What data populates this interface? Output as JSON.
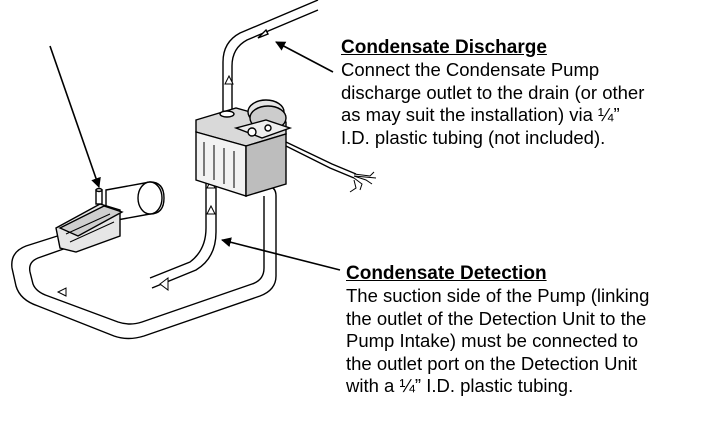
{
  "callouts": {
    "discharge": {
      "title": "Condensate Discharge",
      "lines": [
        "Connect the Condensate Pump",
        "discharge outlet to the drain (or other",
        "as may suit the installation) via ¼”",
        "I.D. plastic tubing (not included)."
      ]
    },
    "detection": {
      "title": "Condensate Detection",
      "lines": [
        "The suction side of the Pump (linking",
        "the outlet of the Detection Unit to the",
        "Pump Intake) must be connected to",
        "the outlet port on the Detection Unit",
        "with a ¼” I.D.  plastic tubing."
      ]
    }
  }
}
